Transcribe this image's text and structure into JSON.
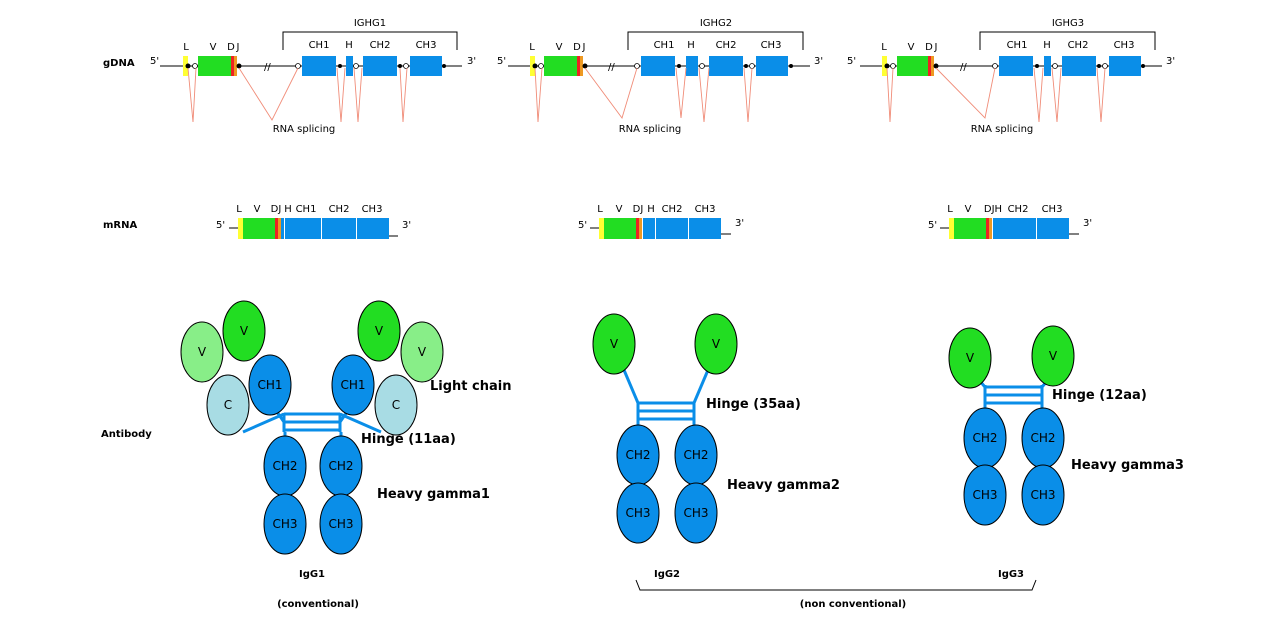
{
  "row_labels": {
    "gdna": "gDNA",
    "mrna": "mRNA",
    "antibody": "Antibody"
  },
  "ends": {
    "five": "5'",
    "three": "3'"
  },
  "genes": [
    {
      "name": "IGHG1",
      "gdna_labels": {
        "l": "L",
        "v": "V",
        "d": "D",
        "j": "J",
        "ch1": "CH1",
        "h": "H",
        "ch2": "CH2",
        "ch3": "CH3"
      },
      "splicing": "RNA splicing",
      "mrna_labels": {
        "l": "L",
        "v": "V",
        "dj": "DJ",
        "h": "H",
        "ch1": "CH1",
        "ch2": "CH2",
        "ch3": "CH3"
      }
    },
    {
      "name": "IGHG2",
      "gdna_labels": {
        "l": "L",
        "v": "V",
        "d": "D",
        "j": "J",
        "ch1": "CH1",
        "h": "H",
        "ch2": "CH2",
        "ch3": "CH3"
      },
      "splicing": "RNA splicing",
      "mrna_labels": {
        "l": "L",
        "v": "V",
        "dj": "DJ",
        "h": "H",
        "ch2": "CH2",
        "ch3": "CH3"
      }
    },
    {
      "name": "IGHG3",
      "gdna_labels": {
        "l": "L",
        "v": "V",
        "d": "D",
        "j": "J",
        "ch1": "CH1",
        "h": "H",
        "ch2": "CH2",
        "ch3": "CH3"
      },
      "splicing": "RNA splicing",
      "mrna_labels": {
        "l": "L",
        "v": "V",
        "djh": "DJH",
        "ch2": "CH2",
        "ch3": "CH3"
      }
    }
  ],
  "antibodies": [
    {
      "domains": {
        "v": "V",
        "c": "C",
        "ch1": "CH1",
        "ch2": "CH2",
        "ch3": "CH3"
      },
      "light_chain": "Light chain",
      "hinge": "Hinge (11aa)",
      "heavy": "Heavy gamma1",
      "isotype": "IgG1",
      "note": "(conventional)"
    },
    {
      "domains": {
        "v": "V",
        "ch2": "CH2",
        "ch3": "CH3"
      },
      "hinge": "Hinge (35aa)",
      "heavy": "Heavy gamma2",
      "isotype": "IgG2"
    },
    {
      "domains": {
        "v": "V",
        "ch2": "CH2",
        "ch3": "CH3"
      },
      "hinge": "Hinge (12aa)",
      "heavy": "Heavy gamma3",
      "isotype": "IgG3"
    }
  ],
  "group_note": "(non conventional)",
  "colors": {
    "leader": "#ffff33",
    "variable": "#22dd22",
    "light_variable": "#88ee88",
    "light_constant": "#a8dce4",
    "d_segment": "#ee2222",
    "j_segment": "#ee9922",
    "constant": "#0a8ee8",
    "splice": "#f08c78"
  }
}
